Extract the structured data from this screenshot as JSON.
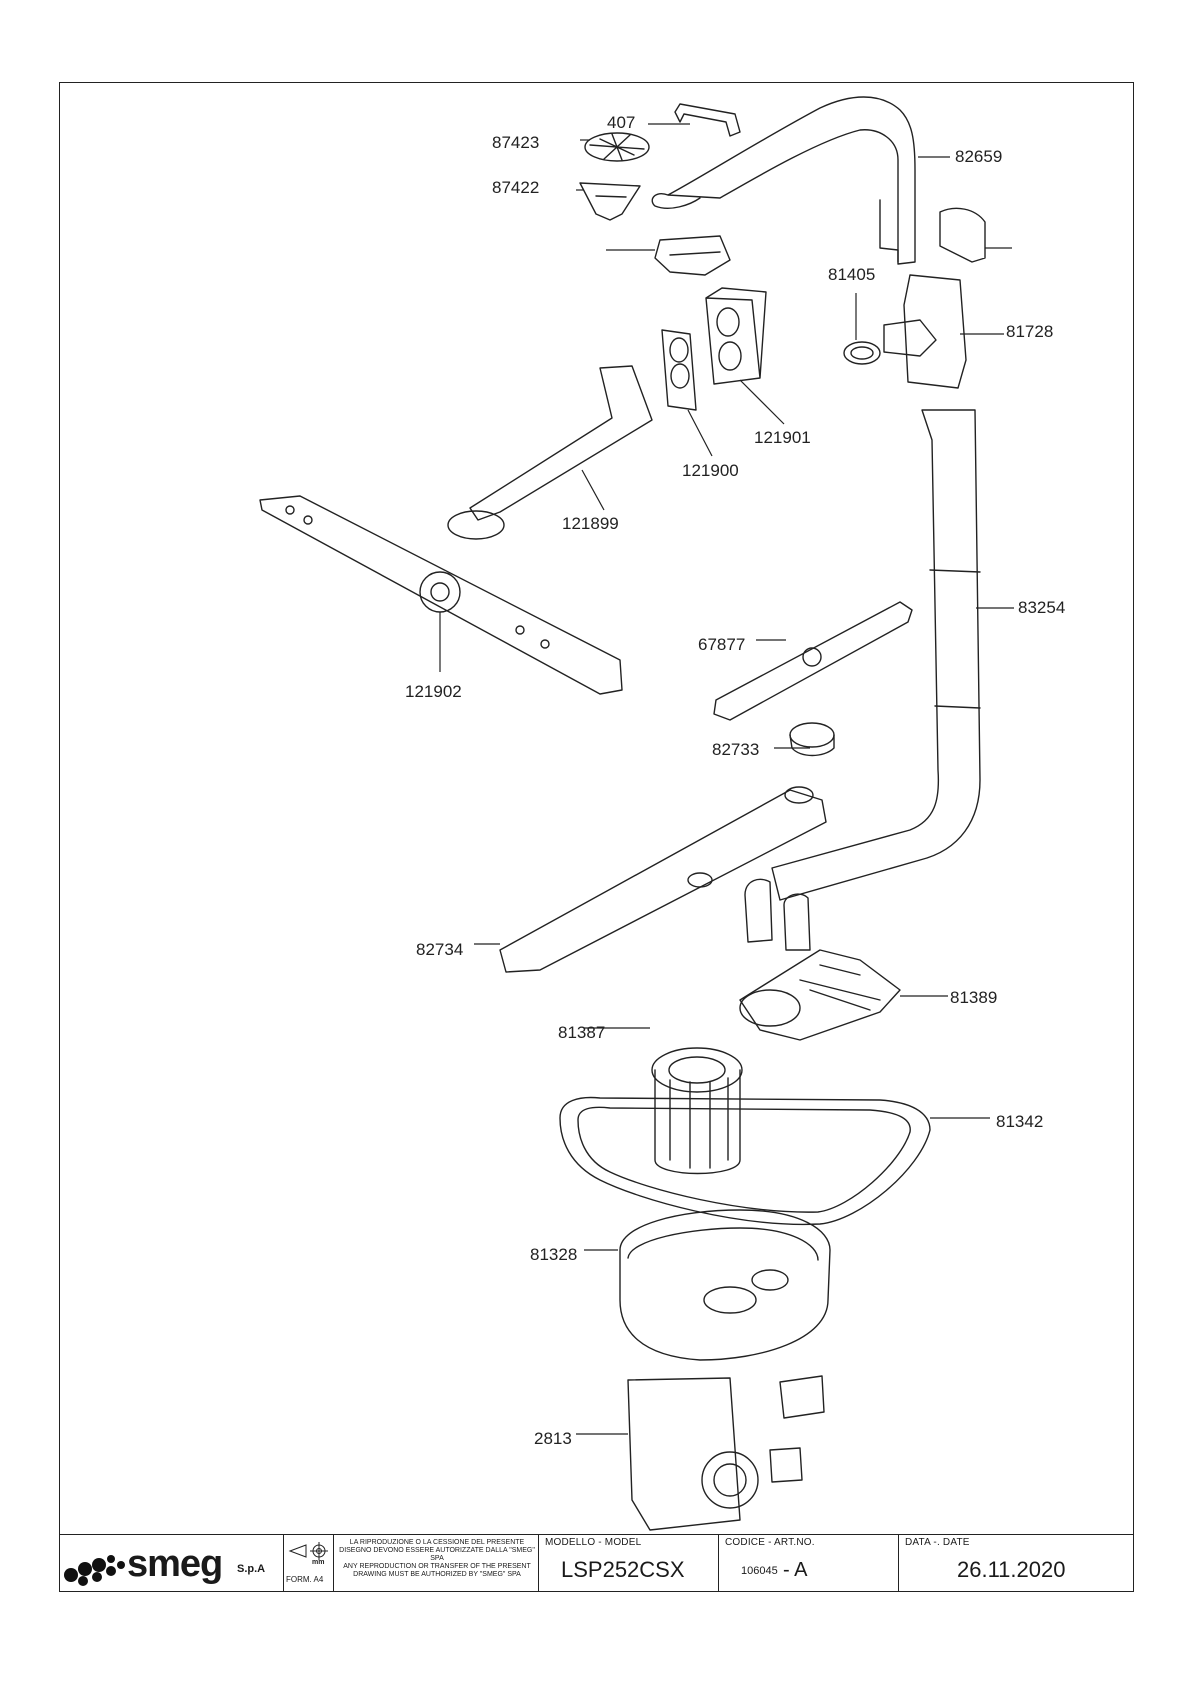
{
  "parts": [
    {
      "id": "407"
    },
    {
      "id": "87423"
    },
    {
      "id": "82659"
    },
    {
      "id": "87422"
    },
    {
      "id": "81405"
    },
    {
      "id": "81728"
    },
    {
      "id": "121901"
    },
    {
      "id": "121900"
    },
    {
      "id": "121899"
    },
    {
      "id": "83254"
    },
    {
      "id": "67877"
    },
    {
      "id": "121902"
    },
    {
      "id": "82733"
    },
    {
      "id": "82734"
    },
    {
      "id": "81389"
    },
    {
      "id": "81387"
    },
    {
      "id": "81342"
    },
    {
      "id": "81328"
    },
    {
      "id": "2813"
    }
  ],
  "title_block": {
    "brand": "smeg",
    "brand_suffix": "S.p.A",
    "projection_unit": "mm",
    "format": "FORM. A4",
    "notice_it": "LA RIPRODUZIONE O LA CESSIONE DEL PRESENTE DISEGNO DEVONO ESSERE AUTORIZZATE DALLA \"SMEG\" SPA",
    "notice_en": "ANY REPRODUCTION OR TRANSFER OF THE PRESENT DRAWING MUST BE AUTHORIZED BY \"SMEG\" SPA",
    "model_caption": "MODELLO - MODEL",
    "model": "LSP252CSX",
    "code_caption": "CODICE - ART.NO.",
    "code_number": "106045",
    "code_rev": "- A",
    "date_caption": "DATA -. DATE",
    "date": "26.11.2020"
  },
  "colors": {
    "line": "#222222",
    "fill": "#ffffff",
    "shade": "#d9d9d9"
  }
}
